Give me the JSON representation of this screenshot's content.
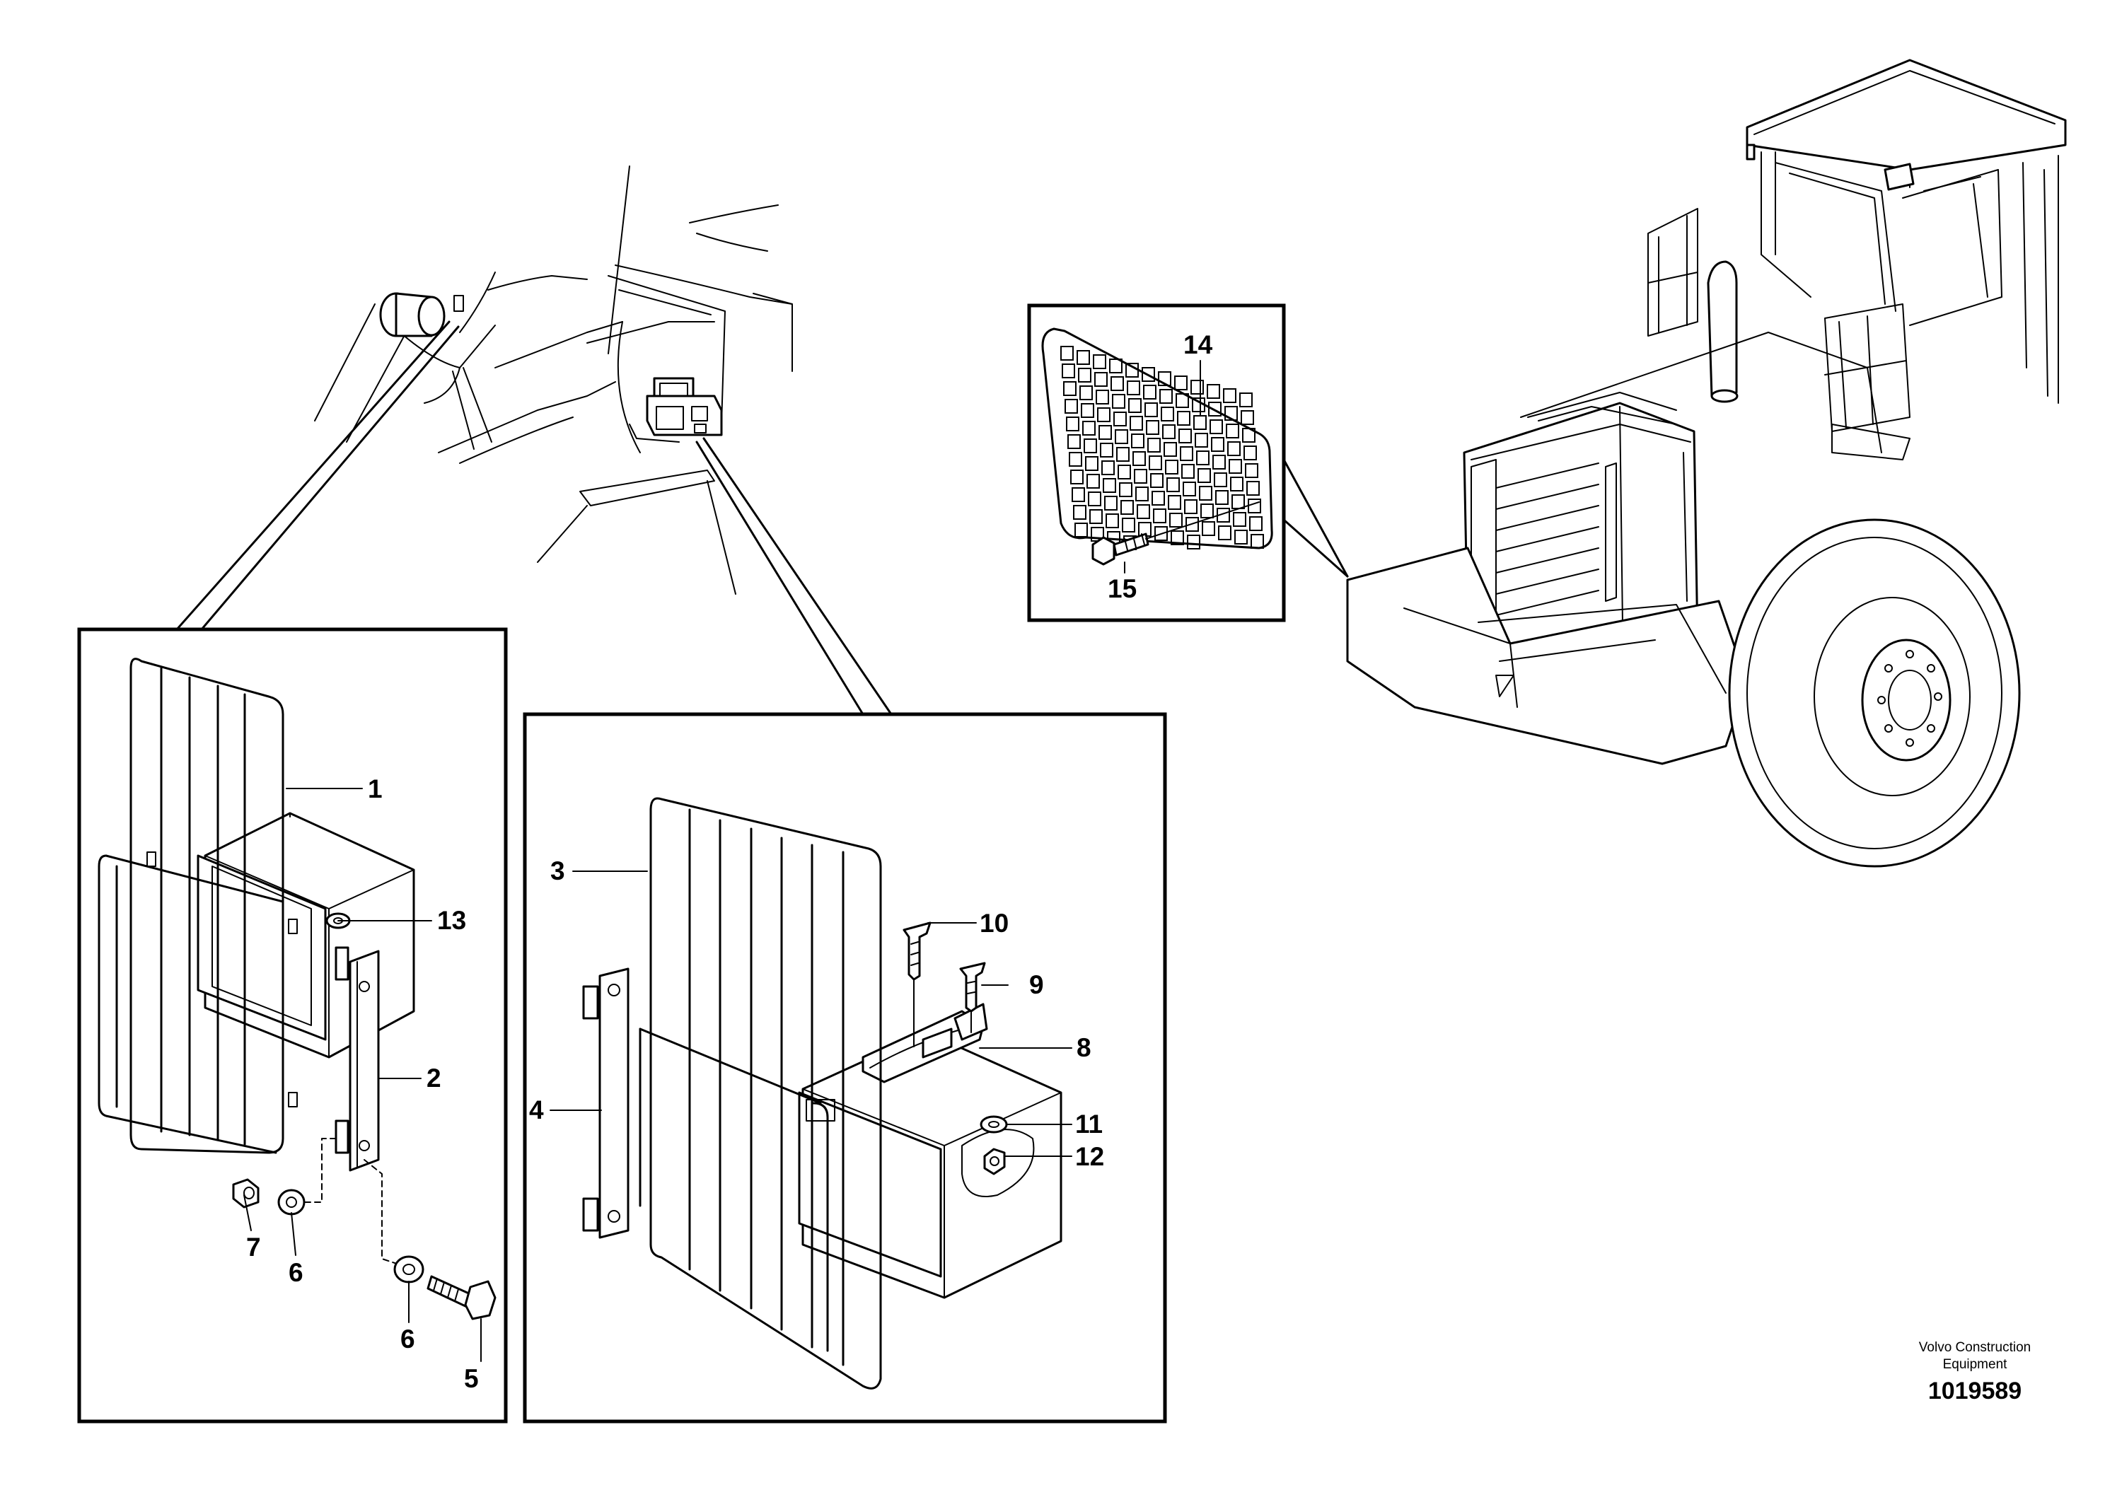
{
  "diagram": {
    "callouts": {
      "c1": "1",
      "c2": "2",
      "c3": "3",
      "c4": "4",
      "c5": "5",
      "c6a": "6",
      "c6b": "6",
      "c7": "7",
      "c8": "8",
      "c9": "9",
      "c10": "10",
      "c11": "11",
      "c12": "12",
      "c13": "13",
      "c14": "14",
      "c15": "15"
    }
  },
  "footer": {
    "credit": "Volvo Construction\nEquipment",
    "doc_number": "1019589"
  }
}
